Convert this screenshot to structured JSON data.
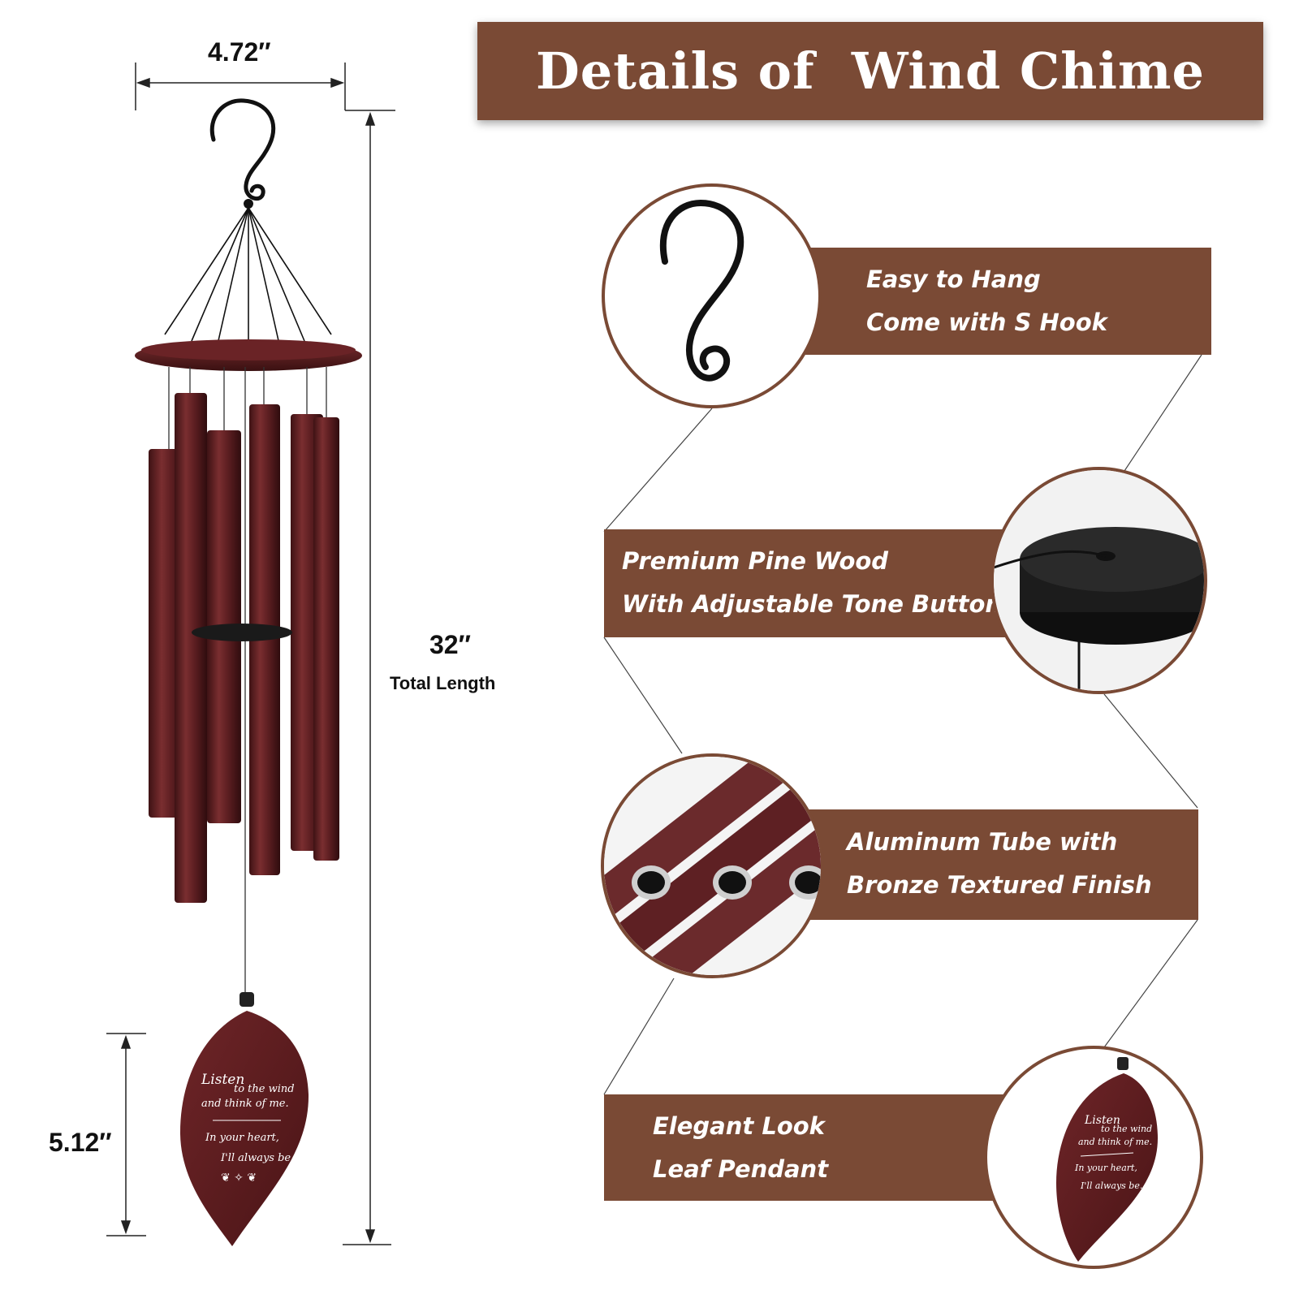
{
  "title": "Details of  Wind Chime",
  "dimensions": {
    "width": "4.72″",
    "total_length": "32″",
    "total_length_label": "Total Length",
    "pendant_length": "5.12″"
  },
  "pendant_text": {
    "line1": "Listen",
    "line2": "to the wind",
    "line3": "and think of me.",
    "line4": "In your heart,",
    "line5": "I'll always be."
  },
  "features": [
    {
      "line1": "Easy to Hang",
      "line2": "Come with S Hook",
      "icon": "s-hook-icon"
    },
    {
      "line1": "Premium Pine Wood",
      "line2": "With Adjustable Tone Button",
      "icon": "pine-wood-button-icon"
    },
    {
      "line1": "Aluminum Tube with",
      "line2": "Bronze Textured Finish",
      "icon": "aluminum-tubes-icon"
    },
    {
      "line1": "Elegant  Look",
      "line2": "Leaf Pendant",
      "icon": "leaf-pendant-icon"
    }
  ],
  "colors": {
    "accent_brown": "#7a4a35",
    "tube_bronze": "#5e1f22",
    "text_white": "#ffffff"
  }
}
